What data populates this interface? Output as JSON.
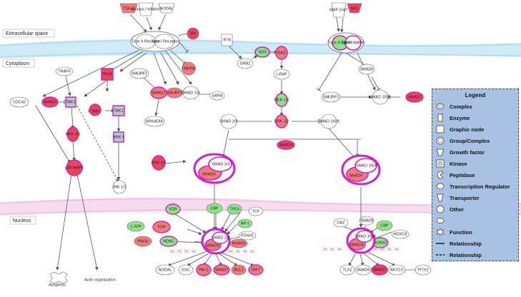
{
  "compartments": {
    "extracellular": "Extracellular space",
    "cytoplasm": "Cytoplasm",
    "nucleus": "Nucleus"
  },
  "nodes": {
    "tgfb": "TGF-β",
    "activins": "Activins / Inhibins",
    "nodal_top": "NODAL",
    "typeII_receptor": "Type II Receptor",
    "typeI_receptor": "Type I Receptor",
    "bmp247": "BMP 2/4/7",
    "mis": "MIS",
    "typeII_bmpr": "Type II BMPR",
    "typeI_bmpr": "Type I BMPR",
    "rtk": "RTK",
    "grb2": "GRB2",
    "sos": "SOS",
    "ras": "RAS",
    "craf": "c-RAF",
    "mek12": "MEK 1/2",
    "erk12_mid": "ERK 1/2",
    "ski": "SKI",
    "tmepai": "TMEPAI",
    "traf6": "TRAF6",
    "pp2a": "PP2A",
    "smurf1_left": "SMURF1",
    "smad7_a": "SMAD7",
    "smurf2": "SMURF2",
    "smad23_a": "SMAD 2/3",
    "sara": "SARA",
    "arkadia": "ARKADIA",
    "cdc42": "CDC42",
    "smad7_b": "SMAD7",
    "tak1_a": "TAK1",
    "tab1": "TAB1",
    "tak1_b": "TAK1",
    "mkk_a": "MKK 3/6",
    "mkk_b": "MKK 4",
    "p38": "p38 MAPK",
    "jnk": "JNK 1/2",
    "smad6_top": "SMAD6",
    "smurf1_right": "SMURF1",
    "smad158_a": "SMAD 1/5/8",
    "smad7_c": "SMAD7",
    "smad23_b": "SMAD 2/3",
    "erk12_b": "ERK 1/2",
    "smad158_b": "SMAD 1/5/8",
    "erk12_left": "ERK 1/2",
    "smad4_bar": "SMAD4",
    "smad23_c": "SMAD 2/3",
    "smad4_c": "SMAD4",
    "smad158_c": "SMAD 1/5/8",
    "smad4_d": "SMAD4",
    "vdr": "VDR",
    "cjun": "c-JUN",
    "tgif": "TGIF",
    "cbp_a": "CBP",
    "tfe3": "TFE3",
    "tcf": "TCF",
    "ap1": "AP-1",
    "foxh1": "FOXH1",
    "piasy": "PIASy",
    "hdac": "HDAC",
    "runx3": "RUNX3",
    "smad23_n": "SMAD 2/3",
    "smad4_n": "SMAD4",
    "oaz": "OAZ",
    "smad6_n": "SMAD6",
    "cbp_b": "CBP",
    "hoxc8": "HOXC8",
    "runx2": "RUNX2",
    "smad158_n": "SMAD 1/5/8",
    "smad4_n2": "SMAD4",
    "nodal_b": "NODAL",
    "gsc": "GSC",
    "pai1": "PAI-1",
    "smad7_d": "SMAD7",
    "bcl2": "BCL2",
    "ire7": "IRF7",
    "tlx2": "TLX2",
    "smad6_b": "SMAD6",
    "smad7_e": "SMAD7",
    "nkx25": "NKX2.5",
    "pitx2": "PITX2",
    "apoptosis": "Apoptosis",
    "actin": "Actin organization"
  },
  "legend": {
    "title": "Legend",
    "items": [
      {
        "label": "Complex",
        "icon": "complex-icon"
      },
      {
        "label": "Enzyme",
        "icon": "enzyme-icon"
      },
      {
        "label": "Graphic node",
        "icon": "graphic-node-icon"
      },
      {
        "label": "Group/Complex",
        "icon": "group-complex-icon"
      },
      {
        "label": "Growth factor",
        "icon": "growth-factor-icon"
      },
      {
        "label": "Kinase",
        "icon": "kinase-icon"
      },
      {
        "label": "Peptidase",
        "icon": "peptidase-icon"
      },
      {
        "label": "Transcription Regulator",
        "icon": "transcription-regulator-icon"
      },
      {
        "label": "Transporter",
        "icon": "transporter-icon"
      },
      {
        "label": "Other",
        "icon": "other-icon"
      },
      {
        "label": "",
        "icon": "oval-icon"
      },
      {
        "label": "Function",
        "icon": "function-icon"
      },
      {
        "label": "Relationship",
        "icon": "solid-line-icon"
      },
      {
        "label": "Relationship",
        "icon": "dashed-line-icon"
      }
    ]
  },
  "colors": {
    "membrane": "#bfe3f2",
    "nuclear_membrane": "#f1c7e6",
    "up_red": "#ef7b7b",
    "up_strong": "#e9455f",
    "down_green": "#8fe38a",
    "magenta_ring": "#d31fc8",
    "legend_bg": "#a9c1e2"
  }
}
